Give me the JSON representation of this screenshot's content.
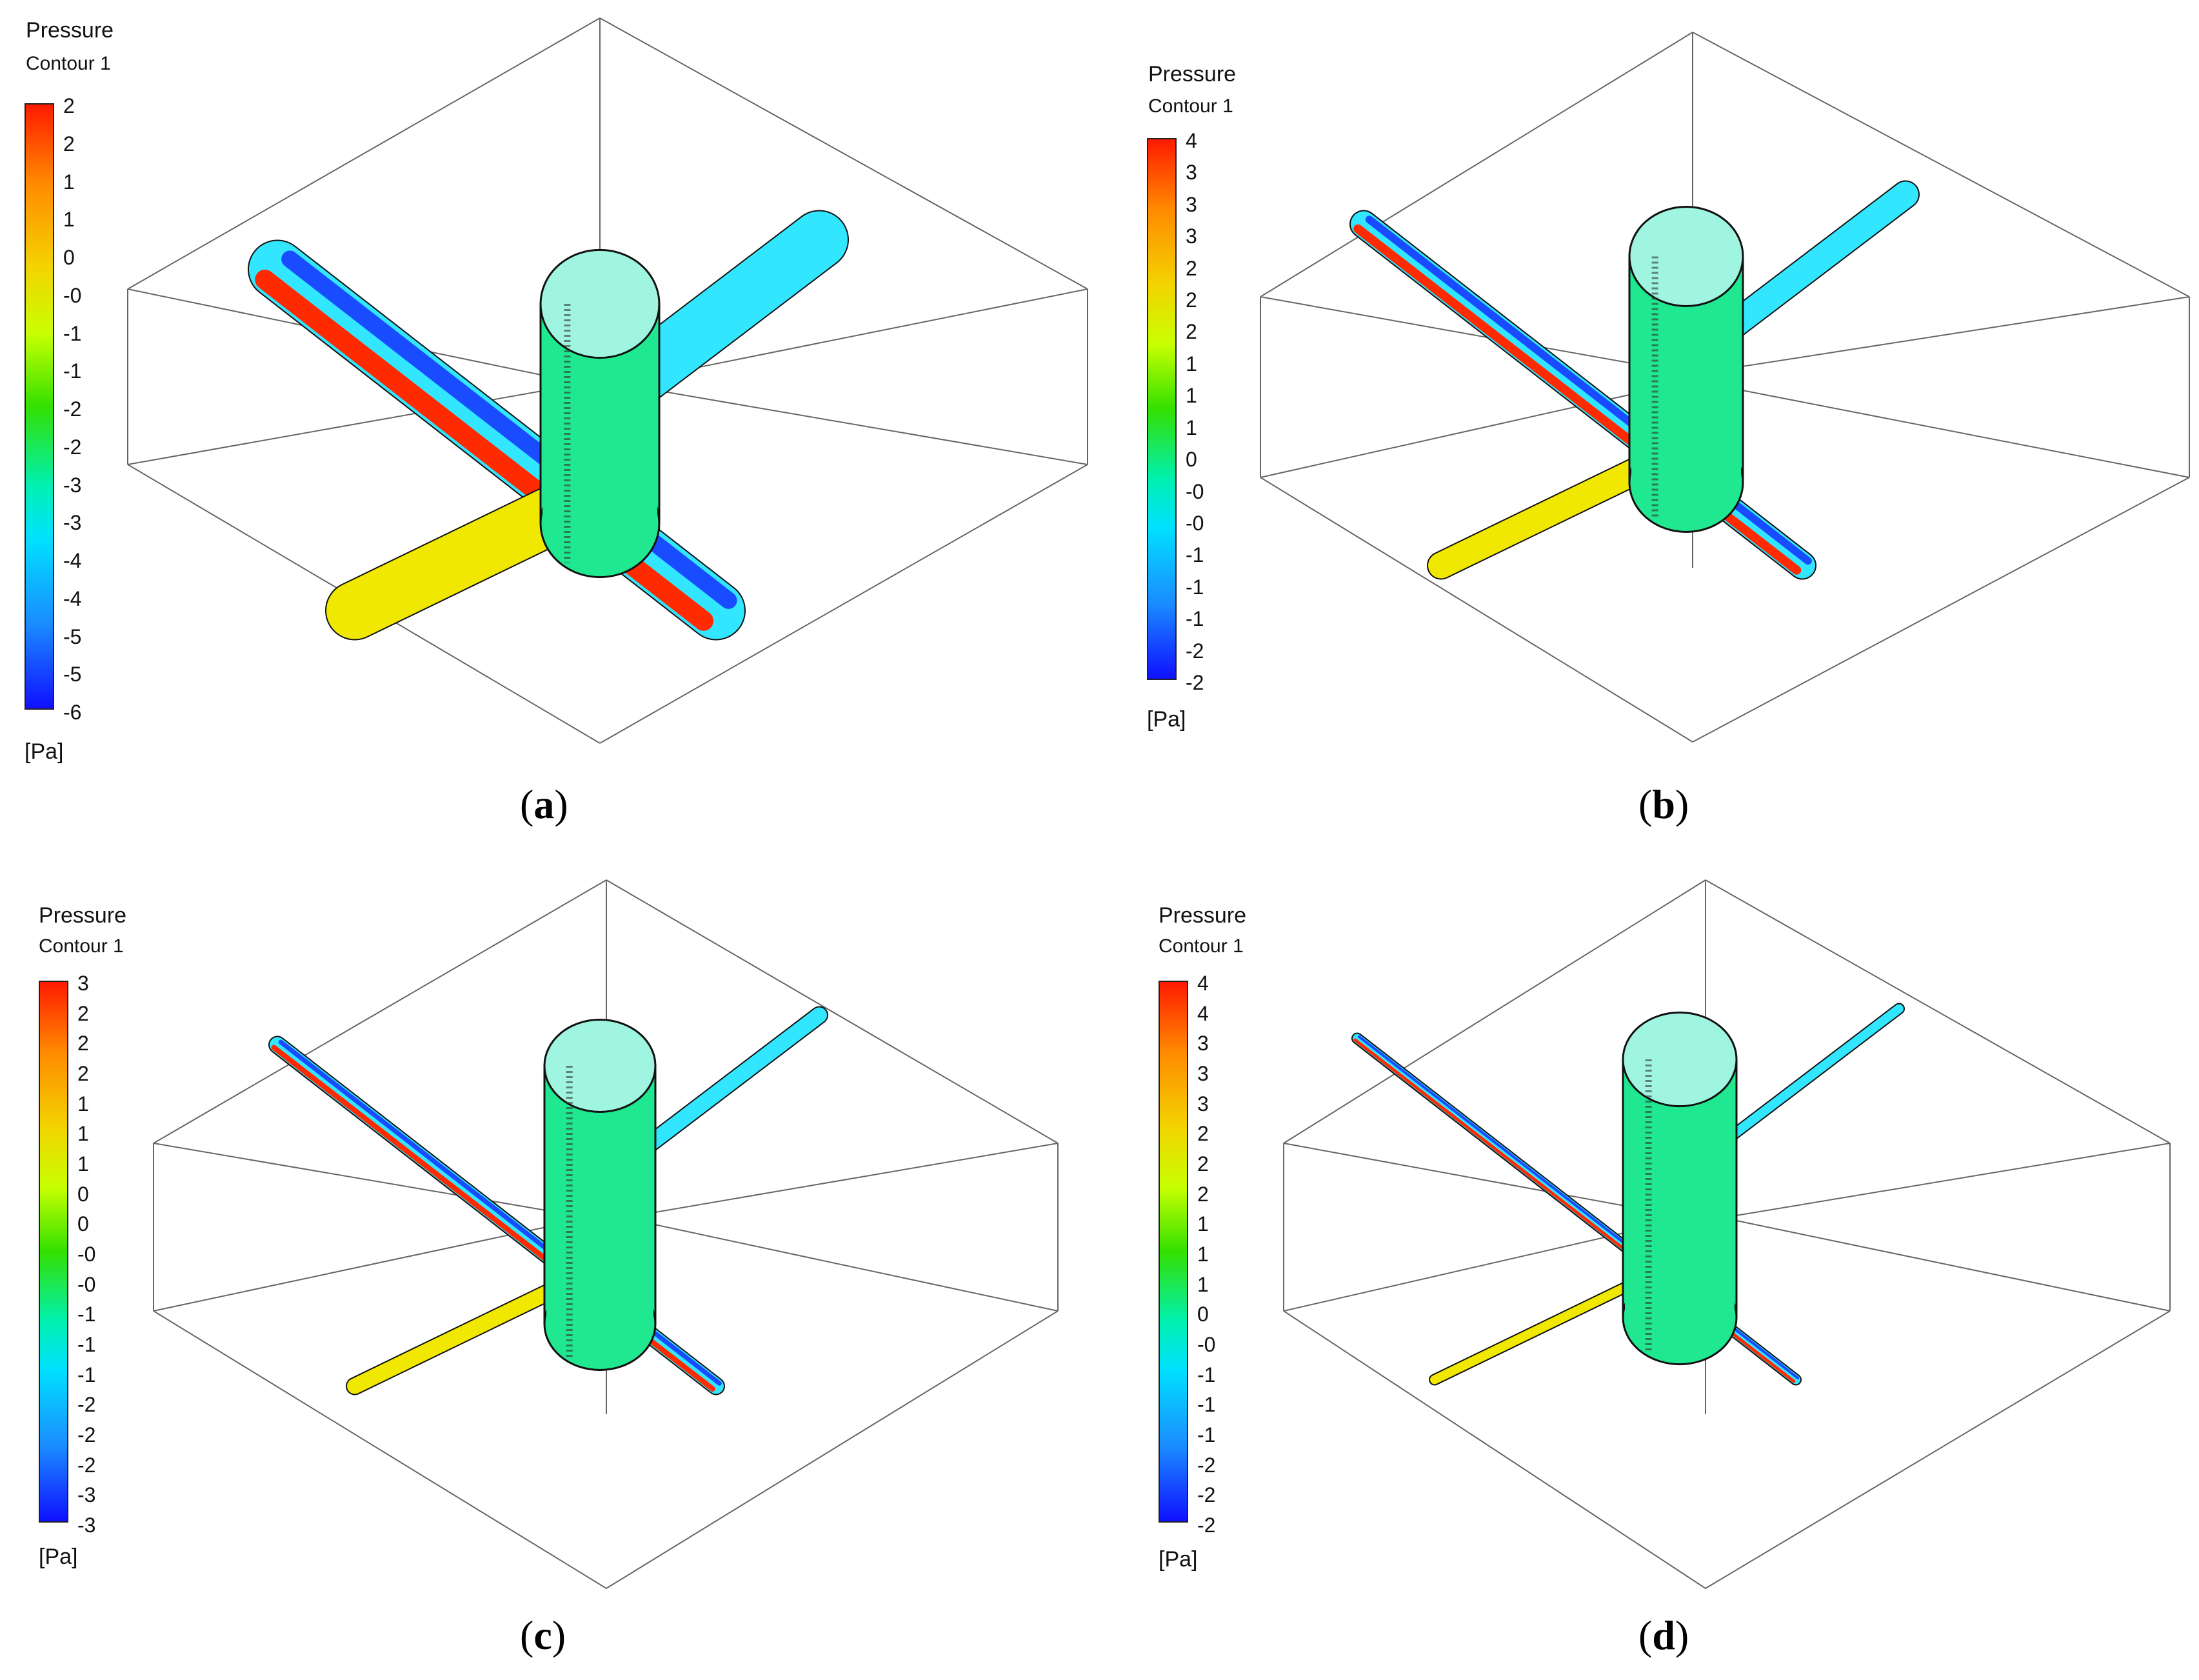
{
  "panels": [
    {
      "id": "a",
      "legend_title": "Pressure",
      "legend_subtitle": "Contour 1",
      "unit": "[Pa]",
      "ticks": [
        "2",
        "2",
        "1",
        "1",
        "0",
        "-0",
        "-1",
        "-1",
        "-2",
        "-2",
        "-3",
        "-3",
        "-4",
        "-4",
        "-5",
        "-5",
        "-6"
      ],
      "caption_letter": "a"
    },
    {
      "id": "b",
      "legend_title": "Pressure",
      "legend_subtitle": "Contour 1",
      "unit": "[Pa]",
      "ticks": [
        "4",
        "3",
        "3",
        "3",
        "2",
        "2",
        "2",
        "1",
        "1",
        "1",
        "0",
        "-0",
        "-0",
        "-1",
        "-1",
        "-1",
        "-2",
        "-2"
      ],
      "caption_letter": "b"
    },
    {
      "id": "c",
      "legend_title": "Pressure",
      "legend_subtitle": "Contour 1",
      "unit": "[Pa]",
      "ticks": [
        "3",
        "2",
        "2",
        "2",
        "1",
        "1",
        "1",
        "0",
        "0",
        "-0",
        "-0",
        "-1",
        "-1",
        "-1",
        "-2",
        "-2",
        "-2",
        "-3",
        "-3"
      ],
      "caption_letter": "c"
    },
    {
      "id": "d",
      "legend_title": "Pressure",
      "legend_subtitle": "Contour 1",
      "unit": "[Pa]",
      "ticks": [
        "4",
        "4",
        "3",
        "3",
        "3",
        "2",
        "2",
        "2",
        "1",
        "1",
        "1",
        "0",
        "-0",
        "-1",
        "-1",
        "-1",
        "-2",
        "-2",
        "-2"
      ],
      "caption_letter": "d"
    }
  ],
  "colors": {
    "pipe_warm": "#f0e800",
    "pipe_cool": "#33e6ff",
    "pipe_red": "#ff2a00",
    "pipe_blue": "#1a4cff",
    "chamber": "#20e890"
  }
}
